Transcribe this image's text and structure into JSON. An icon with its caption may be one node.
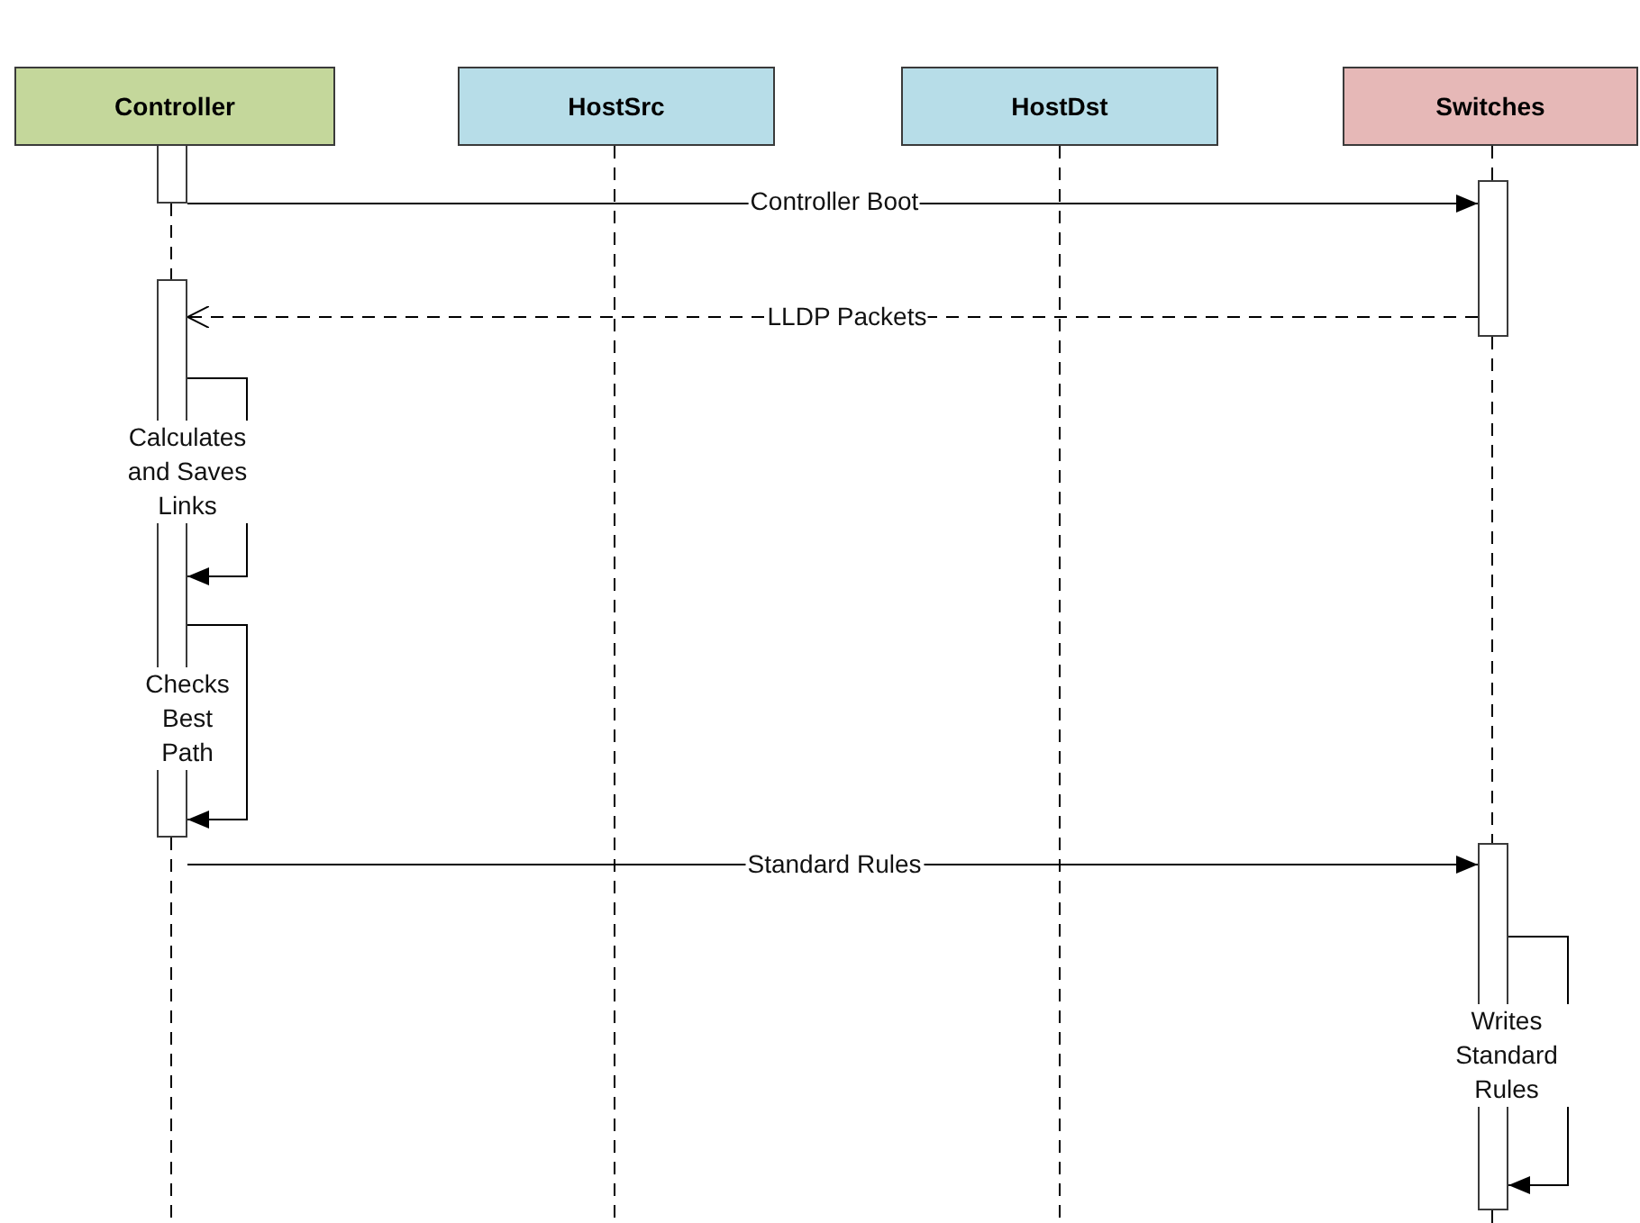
{
  "diagram": {
    "nodes": [
      {
        "text": [
          "Controller"
        ]
      },
      {
        "text": [
          "HostSrc"
        ]
      },
      {
        "text": [
          "HostDst"
        ]
      },
      {
        "text": [
          "Switches"
        ]
      },
      {
        "text": [],
        "shape": "bar"
      },
      {
        "text": [],
        "shape": "bar"
      },
      {
        "text": [],
        "shape": "bar"
      },
      {
        "text": [],
        "shape": "bar"
      }
    ],
    "edges": [
      {
        "from": 4,
        "to": 5,
        "arrow": "to",
        "label": "Controller Boot"
      },
      {
        "from": 5,
        "to": 6,
        "arrow": "to",
        "label": "LLDP Packets",
        "style": "dashed"
      },
      {
        "from": 6,
        "to": 6,
        "arrow": "to",
        "label": "Calculates and Saves Links"
      },
      {
        "from": 6,
        "to": 6,
        "arrow": "to",
        "label": "Checks Best Path"
      },
      {
        "from": 6,
        "to": 7,
        "arrow": "to",
        "label": "Standard Rules"
      },
      {
        "from": 7,
        "to": 7,
        "arrow": "to",
        "label": "Writes Standard Rules"
      },
      {
        "from": 4,
        "to": 6,
        "arrow": "none",
        "style": "dashed"
      },
      {
        "from": 6,
        "to": null,
        "arrow": "none",
        "style": "dashed"
      },
      {
        "from": 1,
        "to": null,
        "arrow": "none",
        "style": "dashed"
      },
      {
        "from": 2,
        "to": null,
        "arrow": "none",
        "style": "dashed"
      },
      {
        "from": 3,
        "to": 5,
        "arrow": "none",
        "style": "dashed"
      },
      {
        "from": 5,
        "to": 7,
        "arrow": "none",
        "style": "dashed"
      },
      {
        "from": 7,
        "to": null,
        "arrow": "none",
        "style": "dashed"
      }
    ]
  }
}
